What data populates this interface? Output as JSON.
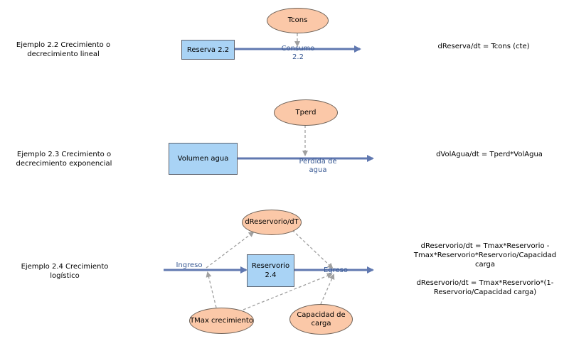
{
  "rows": [
    {
      "title": "Ejemplo 2.2 Crecimiento o decrecimiento lineal",
      "stock": "Reserva 2.2",
      "rate": "Tcons",
      "flow": "Consumo 2.2",
      "equation": "dReserva/dt = Tcons (cte)"
    },
    {
      "title": "Ejemplo 2.3 Crecimiento o decrecimiento exponencial",
      "stock": "Volumen agua",
      "rate": "Tperd",
      "flow": "Perdida de agua",
      "equation": "dVolAgua/dt = Tperd*VolAgua"
    },
    {
      "title": "Ejemplo 2.4 Crecimiento logístico",
      "stock": "Reservorio 2.4",
      "derivative": "dReservorio/dT",
      "tmax": "TMax crecimiento",
      "capacity": "Capacidad de carga",
      "inflow": "Ingreso",
      "outflow": "Egreso",
      "equation1": "dReservorio/dt = Tmax*Reservorio - Tmax*Reservorio*Reservorio/Capacidad carga",
      "equation2": "dReservorio/dt = Tmax*Reservorio*(1-Reservorio/Capacidad carga)"
    }
  ],
  "colors": {
    "flow_arrow": "#6078b0",
    "link_arrow": "#a0a0a0",
    "stock_fill": "#a9d3f5",
    "aux_fill": "#fbc8a8"
  }
}
